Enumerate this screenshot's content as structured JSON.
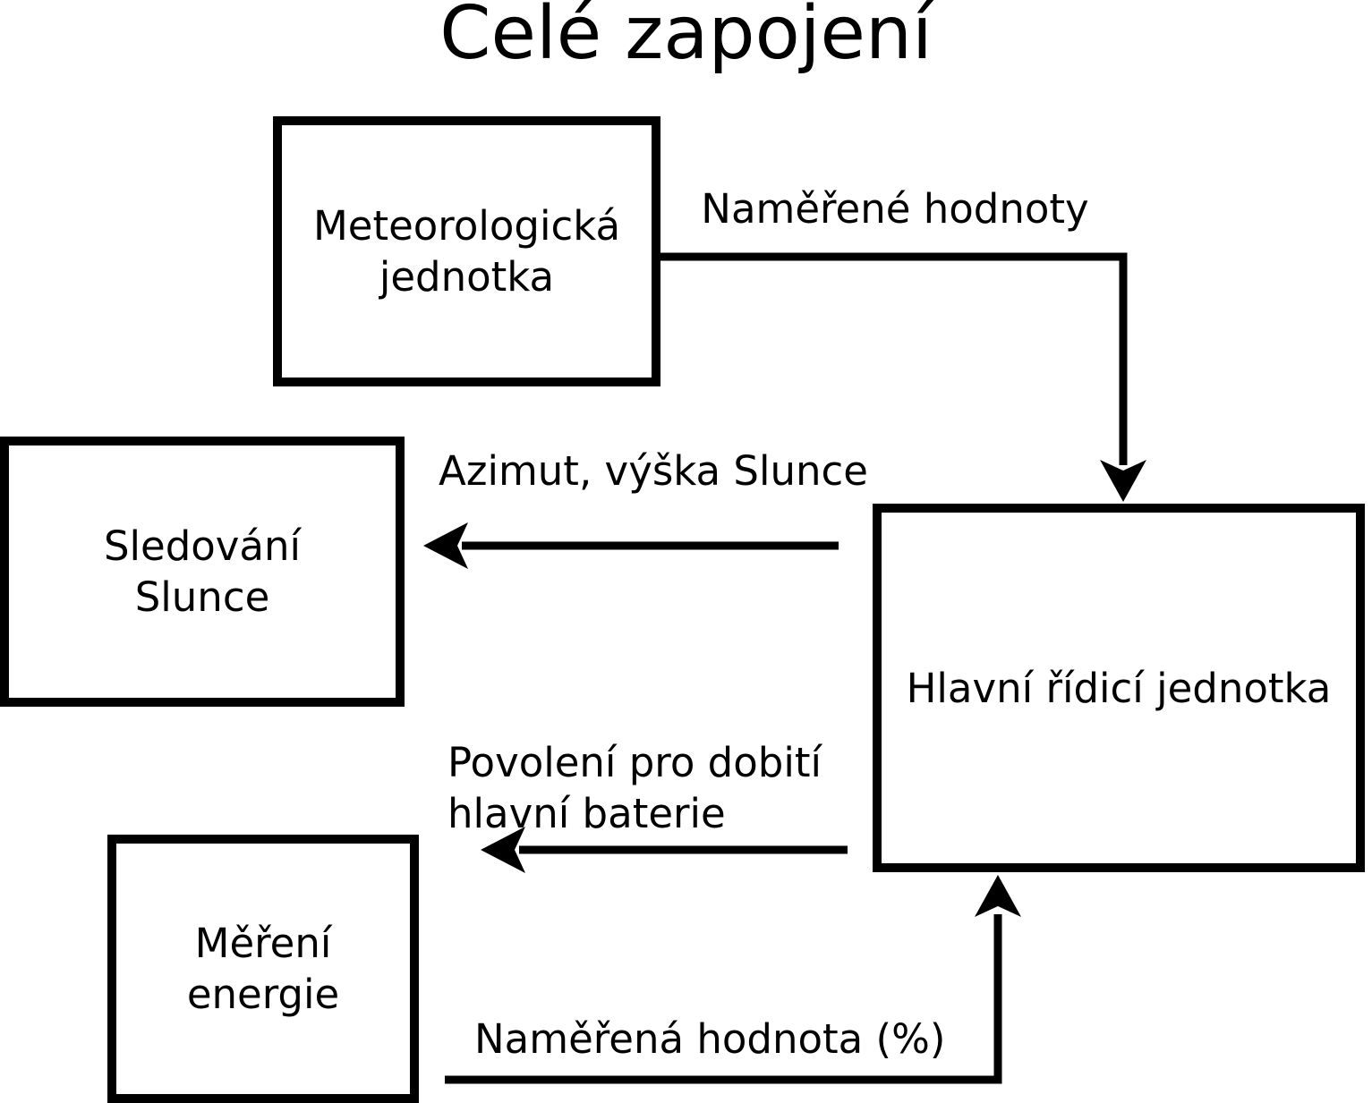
{
  "title": "Celé zapojení",
  "nodes": {
    "meteo": {
      "label": "Meteorologická\njednotka"
    },
    "sun": {
      "label": "Sledování\nSlunce"
    },
    "energy": {
      "label": "Měření\nenergie"
    },
    "main": {
      "label": "Hlavní řídicí jednotka"
    }
  },
  "edges": {
    "meteo_to_main": {
      "label": "Naměřené hodnoty",
      "from": "meteo",
      "to": "main"
    },
    "main_to_sun": {
      "label": "Azimut, výška Slunce",
      "from": "main",
      "to": "sun"
    },
    "main_to_energy": {
      "label": "Povolení pro dobití\nhlavní baterie",
      "from": "main",
      "to": "energy"
    },
    "energy_to_main": {
      "label": "Naměřená hodnota (%)",
      "from": "energy",
      "to": "main"
    }
  },
  "colors": {
    "ink": "#000000",
    "background": "#ffffff"
  }
}
